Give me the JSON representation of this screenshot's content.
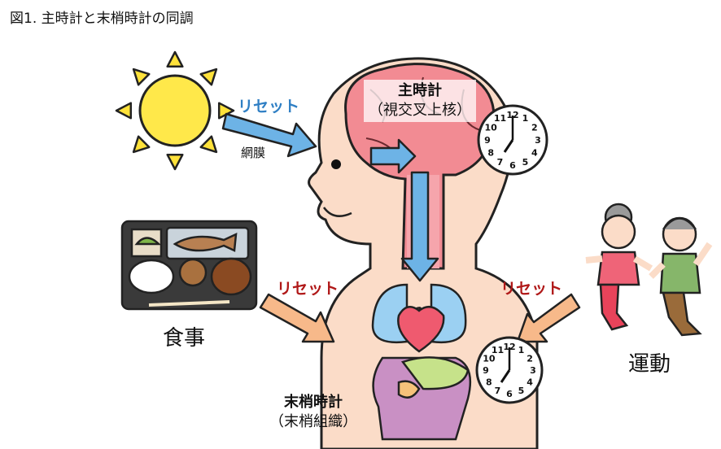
{
  "title": "図1.  主時計と末梢時計の同調",
  "labels": {
    "reset_light": "リセット",
    "retina": "網膜",
    "reset_food": "リセット",
    "reset_exercise": "リセット",
    "meal": "食事",
    "exercise": "運動",
    "master_clock": "主時計",
    "master_clock_sub": "（視交叉上核）",
    "peripheral_clock": "末梢時計",
    "peripheral_clock_sub": "（末梢組織）"
  },
  "clock_numbers": [
    "12",
    "1",
    "2",
    "3",
    "4",
    "5",
    "6",
    "7",
    "8",
    "9",
    "10",
    "11"
  ],
  "colors": {
    "blue_arrow": "#6db3e6",
    "orange_arrow": "#f7b98a",
    "skin": "#fbdcc8",
    "brain": "#f28b93",
    "reset_blue": "#2f7fc4",
    "reset_red": "#b01818"
  }
}
